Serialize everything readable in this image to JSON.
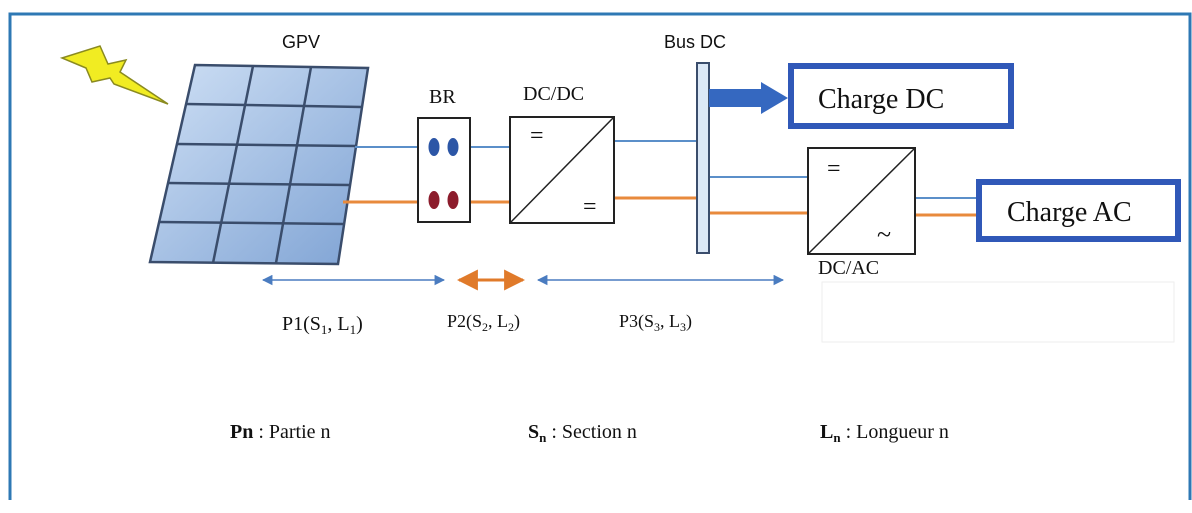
{
  "labels": {
    "gpv": "GPV",
    "br": "BR",
    "dcdc": "DC/DC",
    "bus_dc": "Bus DC",
    "dcac": "DC/AC",
    "charge_dc": "Charge DC",
    "charge_ac": "Charge AC",
    "eq_sign": "=",
    "ac_sign": "~"
  },
  "segments": {
    "p1": {
      "prefix": "P1(S",
      "s": "1",
      "mid": ", L",
      "l": "1",
      "suffix": ")"
    },
    "p2": {
      "prefix": "P2(S",
      "s": "2",
      "mid": ", L",
      "l": "2",
      "suffix": ")"
    },
    "p3": {
      "prefix": "P3(S",
      "s": "3",
      "mid": ", L",
      "l": "3",
      "suffix": ")"
    }
  },
  "legend": [
    {
      "symbol": "Pn",
      "sub": "",
      "text": " : Partie n"
    },
    {
      "symbol": "S",
      "sub": "n",
      "text": " : Section n"
    },
    {
      "symbol": "L",
      "sub": "n",
      "text": " : Longueur n"
    }
  ],
  "colors": {
    "frame": "#2e78b4",
    "positive_line": "#5b8fc9",
    "negative_line": "#e88a3c",
    "thick_box": "#3058b8",
    "panel_cell": "#a8c6ea",
    "panel_grid": "#3a4d6c",
    "br_dot_blue": "#2c56a6",
    "br_dot_red": "#8c1c2c",
    "lightning": "#f1ec22"
  }
}
